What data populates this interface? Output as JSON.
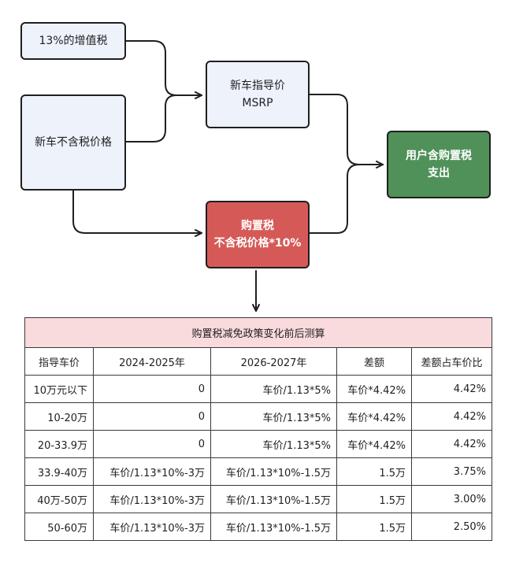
{
  "flow": {
    "vat": "13%的增值税",
    "price_ex_tax": "新车不含税价格",
    "msrp_line1": "新车指导价",
    "msrp_line2": "MSRP",
    "purchase_tax_line1": "购置税",
    "purchase_tax_line2": "不含税价格*10%",
    "user_cost_line1": "用户含购置税",
    "user_cost_line2": "支出"
  },
  "table": {
    "caption": "购置税减免政策变化前后测算",
    "headers": [
      "指导车价",
      "2024-2025年",
      "2026-2027年",
      "差额",
      "差额占车价比"
    ],
    "rows": [
      [
        "10万元以下",
        "0",
        "车价/1.13*5%",
        "车价*4.42%",
        "4.42%"
      ],
      [
        "10-20万",
        "0",
        "车价/1.13*5%",
        "车价*4.42%",
        "4.42%"
      ],
      [
        "20-33.9万",
        "0",
        "车价/1.13*5%",
        "车价*4.42%",
        "4.42%"
      ],
      [
        "33.9-40万",
        "车价/1.13*10%-3万",
        "车价/1.13*10%-1.5万",
        "1.5万",
        "3.75%"
      ],
      [
        "40万-50万",
        "车价/1.13*10%-3万",
        "车价/1.13*10%-1.5万",
        "1.5万",
        "3.00%"
      ],
      [
        "50-60万",
        "车价/1.13*10%-3万",
        "车价/1.13*10%-1.5万",
        "1.5万",
        "2.50%"
      ]
    ]
  },
  "colors": {
    "light_box": "#edf2fb",
    "purchase_tax_box": "#d55a57",
    "user_cost_box": "#4f9159",
    "table_caption_bg": "#f9dadd"
  }
}
